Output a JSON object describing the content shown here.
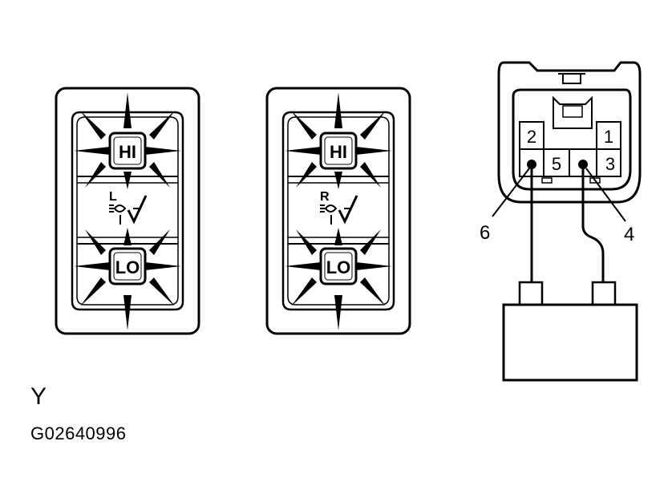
{
  "colors": {
    "ink": "#000000",
    "paper": "#ffffff"
  },
  "switch_left": {
    "hi_label": "HI",
    "lo_label": "LO",
    "side_letter": "L"
  },
  "switch_right": {
    "hi_label": "HI",
    "lo_label": "LO",
    "side_letter": "R"
  },
  "connector": {
    "pins": [
      "1",
      "2",
      "3",
      "5"
    ],
    "callouts": [
      "6",
      "4"
    ]
  },
  "caption_letter": "Y",
  "figure_id": "G02640996"
}
